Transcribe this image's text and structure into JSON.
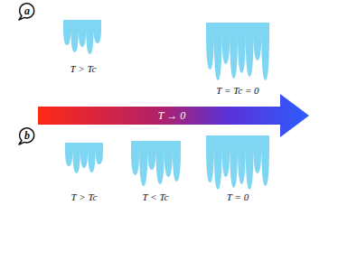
{
  "diagram": {
    "labels": [
      "a",
      "T > Tc",
      "T = Tc = 0",
      "T → 0",
      "b",
      "T > Tc",
      "T < Tc",
      "T = 0"
    ]
  }
}
